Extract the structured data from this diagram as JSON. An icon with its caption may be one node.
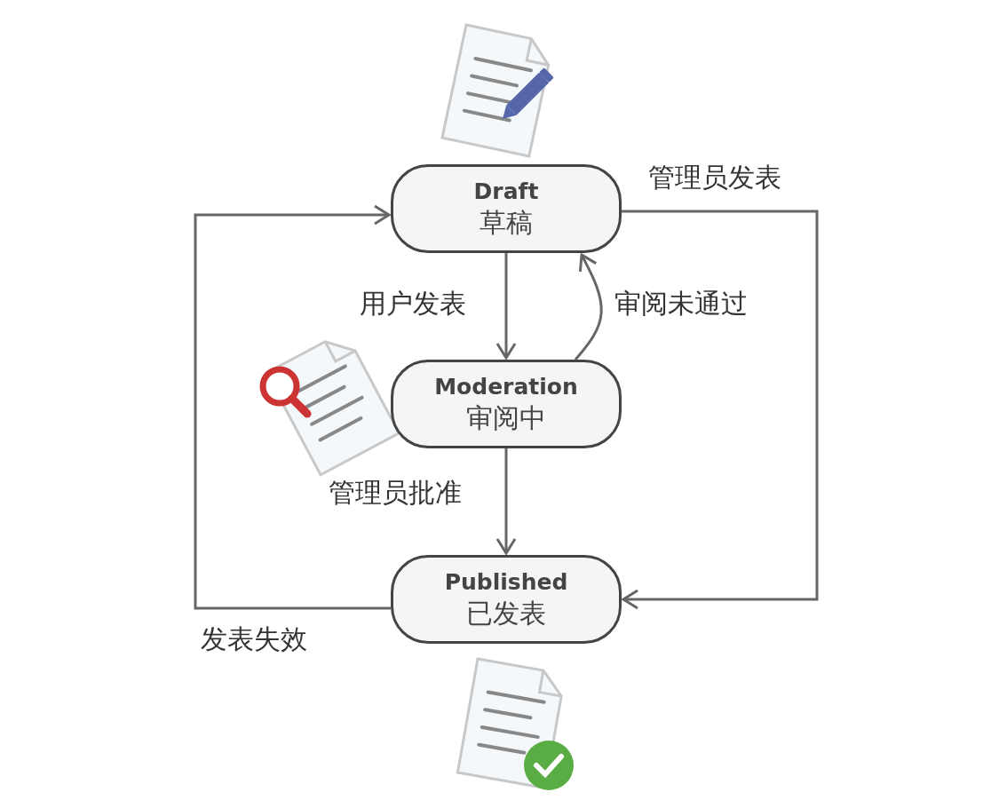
{
  "diagram": {
    "nodes": [
      {
        "text": [
          "Draft",
          "草稿"
        ]
      },
      {
        "text": [
          "Moderation",
          "审阅中"
        ]
      },
      {
        "text": [
          "Published",
          "已发表"
        ]
      }
    ],
    "edges": [
      {
        "from": 0,
        "to": 1,
        "arrow": "to",
        "label": "用户发表"
      },
      {
        "from": 1,
        "to": 0,
        "arrow": "to",
        "label": "审阅未通过"
      },
      {
        "from": 1,
        "to": 2,
        "arrow": "to",
        "label": "管理员批准"
      },
      {
        "from": 0,
        "to": 2,
        "arrow": "to",
        "label": "管理员发表"
      },
      {
        "from": 2,
        "to": 0,
        "arrow": "to",
        "label": "发表失效"
      }
    ]
  }
}
